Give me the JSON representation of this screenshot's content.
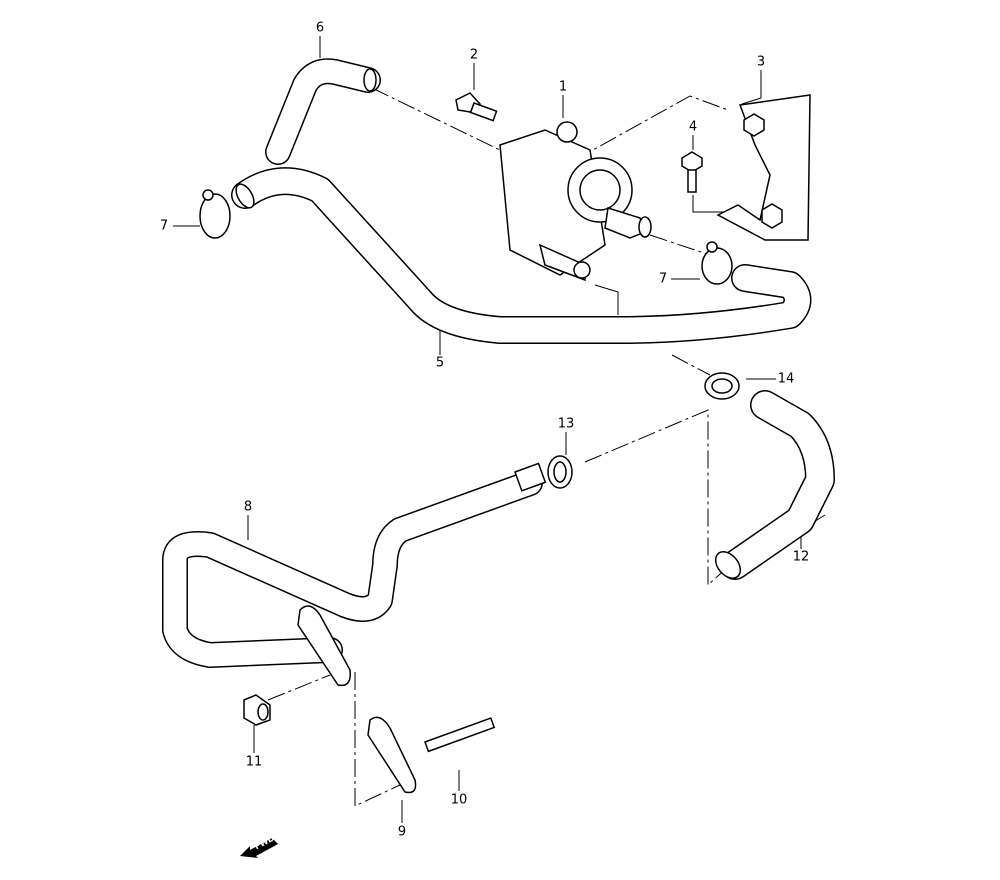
{
  "diagram": {
    "labels": [
      {
        "id": "label-1",
        "text": "1"
      },
      {
        "id": "label-2",
        "text": "2"
      },
      {
        "id": "label-3",
        "text": "3"
      },
      {
        "id": "label-4",
        "text": "4"
      },
      {
        "id": "label-5",
        "text": "5"
      },
      {
        "id": "label-6",
        "text": "6"
      },
      {
        "id": "label-7a",
        "text": "7"
      },
      {
        "id": "label-7b",
        "text": "7"
      },
      {
        "id": "label-8",
        "text": "8"
      },
      {
        "id": "label-9",
        "text": "9"
      },
      {
        "id": "label-10",
        "text": "10"
      },
      {
        "id": "label-11",
        "text": "11"
      },
      {
        "id": "label-12",
        "text": "12"
      },
      {
        "id": "label-13",
        "text": "13"
      },
      {
        "id": "label-14",
        "text": "14"
      }
    ],
    "fwd_arrow": "FWD"
  }
}
